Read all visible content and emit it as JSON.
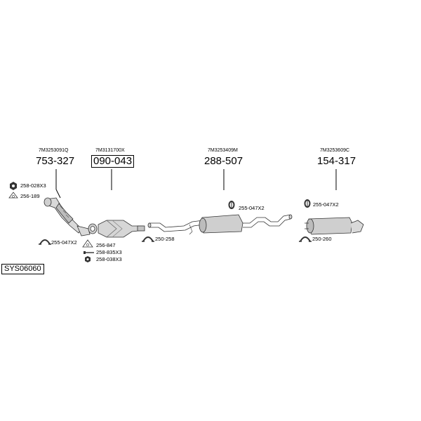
{
  "system_code": "SYS06060",
  "components": [
    {
      "oem": "7M3253091Q",
      "part": "753-327",
      "boxed": false
    },
    {
      "oem": "7M3131700X",
      "part": "090-043",
      "boxed": true
    },
    {
      "oem": "7M3253409M",
      "part": "288-507",
      "boxed": false
    },
    {
      "oem": "7M3253609C",
      "part": "154-317",
      "boxed": false
    }
  ],
  "accessories": [
    {
      "code": "258-028X3",
      "icon": "nut-icon"
    },
    {
      "code": "256-189",
      "icon": "gasket-icon"
    },
    {
      "code": "255-047X2",
      "icon": "clamp-icon"
    },
    {
      "code": "256-847",
      "icon": "gasket-icon"
    },
    {
      "code": "258-835X3",
      "icon": "bolt-icon"
    },
    {
      "code": "258-038X3",
      "icon": "nut-icon"
    },
    {
      "code": "250-258",
      "icon": "clamp-icon"
    },
    {
      "code": "255-047X2",
      "icon": "hanger-icon"
    },
    {
      "code": "255-047X2",
      "icon": "hanger-icon"
    },
    {
      "code": "250-260",
      "icon": "clamp-icon"
    }
  ]
}
